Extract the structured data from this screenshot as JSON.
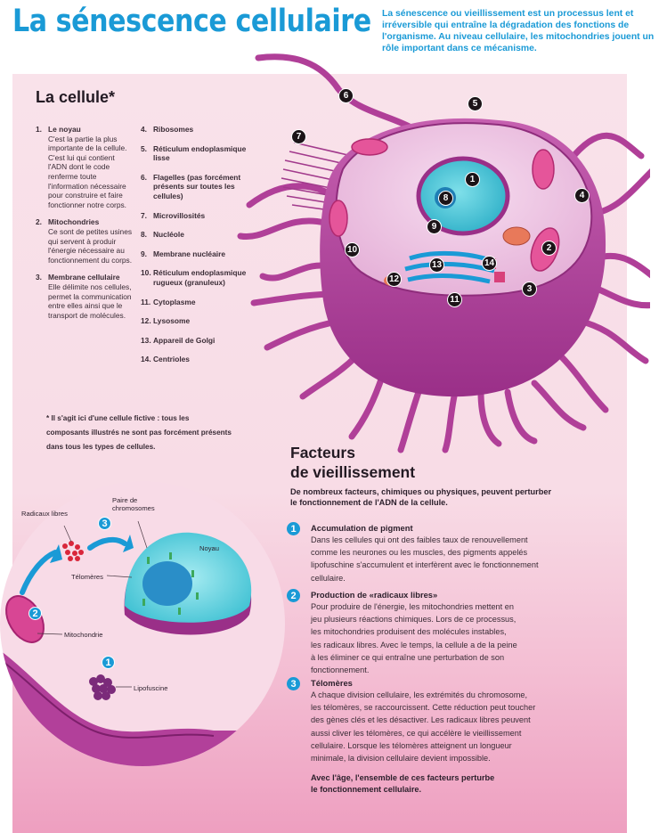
{
  "header": {
    "title": "La sénescence cellulaire",
    "intro": "La sénescence ou vieillissement est un processus lent et irréversible qui entraîne la dégradation des fonctions de l'organisme. Au niveau cellulaire, les mitochondries jouent un rôle important dans ce mécanisme."
  },
  "cell_section": {
    "title": "La cellule*",
    "legend": [
      {
        "num": "1.",
        "term": "Le noyau",
        "desc": "C'est la partie la plus importante de la cellule. C'est lui qui contient l'ADN dont le code renferme toute l'information nécessaire pour construire et faire fonctionner notre corps."
      },
      {
        "num": "2.",
        "term": "Mitochondries",
        "desc": "Ce sont de petites usines qui servent à produir l'énergie nécessaire au fonctionnement du corps."
      },
      {
        "num": "3.",
        "term": "Membrane cellulaire",
        "desc": "Elle délimite nos cellules, permet la communication entre elles ainsi que le transport de molécules."
      },
      {
        "num": "4.",
        "term": "Ribosomes",
        "desc": ""
      },
      {
        "num": "5.",
        "term": "Réticulum endoplasmique lisse",
        "desc": ""
      },
      {
        "num": "6.",
        "term": "Flagelles (pas forcément présents sur toutes les cellules)",
        "desc": ""
      },
      {
        "num": "7.",
        "term": "Microvillosités",
        "desc": ""
      },
      {
        "num": "8.",
        "term": "Nucléole",
        "desc": ""
      },
      {
        "num": "9.",
        "term": "Membrane nucléaire",
        "desc": ""
      },
      {
        "num": "10.",
        "term": "Réticulum endoplasmique rugueux (granuleux)",
        "desc": ""
      },
      {
        "num": "11.",
        "term": "Cytoplasme",
        "desc": ""
      },
      {
        "num": "12.",
        "term": "Lysosome",
        "desc": ""
      },
      {
        "num": "13.",
        "term": "Appareil de Golgi",
        "desc": ""
      },
      {
        "num": "14.",
        "term": "Centrioles",
        "desc": ""
      }
    ],
    "footnote": "* Il s'agit ici d'une cellule fictive : tous les composants illustrés ne sont pas forcément présents dans tous les types de cellules."
  },
  "cell_markers": [
    "1",
    "2",
    "3",
    "4",
    "5",
    "6",
    "7",
    "8",
    "9",
    "10",
    "11",
    "12",
    "13",
    "14"
  ],
  "factors": {
    "title_line1": "Facteurs",
    "title_line2": "de vieillissement",
    "intro": "De nombreux facteurs, chimiques ou physiques, peuvent perturber le fonctionnement de l'ADN de la cellule.",
    "items": [
      {
        "num": "1",
        "title": "Accumulation de pigment",
        "body": "Dans les cellules qui ont des faibles taux de renouvellement\ncomme les neurones ou les muscles, des pigments appelés\nlipofuschine s'accumulent et interfèrent avec le fonctionnement\ncellulaire."
      },
      {
        "num": "2",
        "title": "Production de «radicaux libres»",
        "body": "Pour produire de l'énergie, les mitochondries mettent en\njeu plusieurs réactions chimiques. Lors de ce processus,\nles mitochondries produisent des molécules instables,\nles radicaux libres. Avec le temps, la cellule a de la peine\nà  les éliminer ce qui entraîne une perturbation de son\nfonctionnement."
      },
      {
        "num": "3",
        "title": "Télomères",
        "body": "A chaque division cellulaire, les extrémités du chromosome,\nles télomères, se raccourcissent. Cette réduction peut toucher\ndes gènes clés et les désactiver. Les radicaux libres peuvent\naussi cliver les télomères, ce qui accélère le vieillissement\ncellulaire. Lorsque les télomères atteignent un longueur\nminimale, la division cellulaire devient impossible."
      }
    ],
    "conclusion": "Avec l'âge, l'ensemble de ces facteurs perturbe\nle fonctionnement cellulaire."
  },
  "inset": {
    "labels": {
      "radicaux": "Radicaux libres",
      "paire": "Paire de chromosomes",
      "noyau": "Noyau",
      "telomeres": "Télomères",
      "mitochondrie": "Mitochondrie",
      "lipofuscine": "Lipofuscine"
    },
    "badges": [
      "1",
      "2",
      "3"
    ]
  },
  "colors": {
    "title_blue": "#1a9ad6",
    "panel_pink": "#f9e2ea",
    "cell_magenta": "#a23a8c",
    "nucleus_cyan": "#3fc1d3"
  }
}
